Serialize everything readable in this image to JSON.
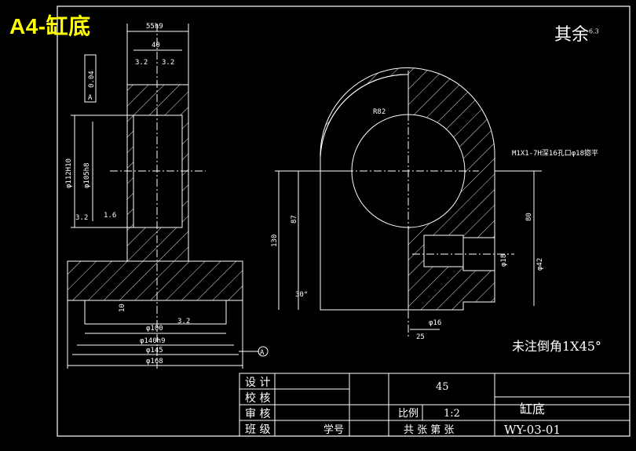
{
  "header": {
    "title": "A4-缸底"
  },
  "notes": {
    "roughness_label": "其余",
    "roughness_value": "6.3",
    "chamfer_note": "未注倒角1X45°"
  },
  "dimensions": {
    "d1": "55h9",
    "d2": "40",
    "d3": "3.2",
    "d4": "3.2",
    "d5": "φ112H10",
    "d6": "φ105h8",
    "d7": "3.2",
    "d8": "1.6",
    "d9": "φ100",
    "d10": "φ140h9",
    "d11": "φ145",
    "d12": "φ168",
    "d13": "10",
    "d14": "130",
    "d15": "87",
    "d16": "80",
    "d17": "R82",
    "d18": "φ16",
    "d19": "25",
    "d20": "φ18",
    "d21": "φ42",
    "d22": "M1X1-7H深16孔口φ18锪平",
    "d23": "A",
    "d24": "30°",
    "d25": "3.2",
    "d26": "0.04",
    "d27": "A"
  },
  "title_block": {
    "design": "设 计",
    "check": "校 核",
    "review": "审 核",
    "class": "班 级",
    "student_no": "学号",
    "material": "45",
    "scale_label": "比例",
    "scale_value": "1:2",
    "part_name": "缸底",
    "sheet": "共 张 第 张",
    "drawing_no": "WY-03-01"
  }
}
